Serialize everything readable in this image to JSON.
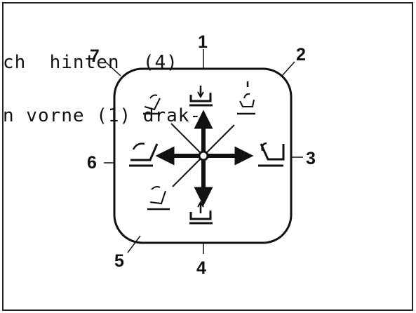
{
  "diagram": {
    "callouts": [
      "1",
      "2",
      "3",
      "4",
      "5",
      "6",
      "7"
    ],
    "overlay_lines": [
      "ch  hinten  (4)",
      "n vorne (1) drak-"
    ]
  }
}
